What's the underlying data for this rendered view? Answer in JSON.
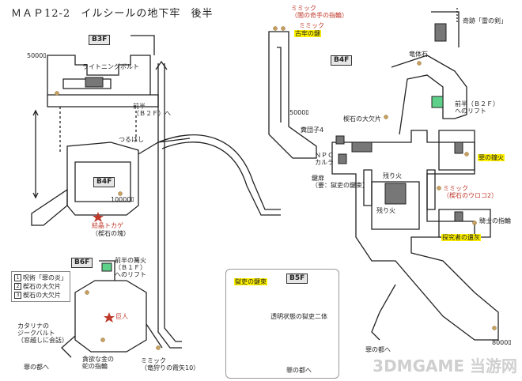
{
  "title": {
    "code": "ＭＡＰ12-2",
    "name": "イルシールの地下牢",
    "part": "後半"
  },
  "floors": {
    "b3f": "B3F",
    "b4f_left": "B4F",
    "b4f_right": "B4F",
    "b6f": "B6F",
    "b5f": "B5F"
  },
  "labels": {
    "souls_5000_left": "5000ﾛ",
    "lightning_bolt": "ライトニングボルト",
    "front_half_b2f": "前半\n（Ｂ２Ｆ）へ",
    "tsuruhashi": "つるはし",
    "souls_10000": "10000ﾛ",
    "crystal_lizard": "結晶トカゲ",
    "crystal_lizard_item": "（楔石の塊）",
    "front_bonfire_b1f": "前半の篝火\n（Ｂ１Ｆ）\nへのリフト",
    "giant": "巨人",
    "katarina": "カタリナの\nジークバルト\n（窓越しに会話）",
    "to_sin": "罪の都へ",
    "greedy_gold_ring": "貪欲な金の\n蛇の指輪",
    "mimic_bottom": "ミミック\n（竜狩りの霞矢10）",
    "mimic_top": "ミミック\n（闇の奇手の指輪）",
    "mimic_top2": "ミミック",
    "old_key": "古牢の鍵",
    "lightning_sword": "奇跡「雷の剣」",
    "dragon_stone": "竜体石",
    "front_lift_b2f": "前半（Ｂ２Ｆ）\nへのリフト",
    "souls_5000_right": "5000ﾛ",
    "titanite_large": "楔石の大欠片",
    "dung_pie": "糞団子4",
    "npc_karla": "ＮＰＣ\nカルラ",
    "jail_door": "鍵扉\n（要：獄吏の鍵束）",
    "ember_1": "残り火",
    "ember_2": "残り火",
    "sin_bell_fire": "罪の鐘火",
    "mimic_right": "ミミック\n（楔石のウロコ2）",
    "prisoners_ring": "騎士の指輪",
    "explorer_ash": "探究者の遺灰",
    "souls_8000": "8000ﾛ",
    "to_sin_right": "罪の都へ",
    "jailer_key": "獄吏の鍵束",
    "transparent_jailers": "透明状態の獄吏二体",
    "to_sin_b5f": "罪の都へ"
  },
  "legend": {
    "items": [
      {
        "num": "1",
        "text": "呪術「罪の炎」"
      },
      {
        "num": "2",
        "text": "楔石の大欠片"
      },
      {
        "num": "3",
        "text": "楔石の大欠片"
      }
    ]
  },
  "watermark": "3DMGAME 当游网",
  "colors": {
    "wall": "#222222",
    "floor_tag": "#e6e6e6",
    "key_highlight": "#fff200",
    "lift": "#5fd08a",
    "item_dot": "#c8a060",
    "enemy_red": "#c0392b"
  }
}
